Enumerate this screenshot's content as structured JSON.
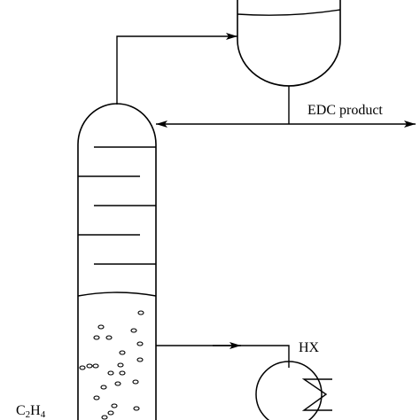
{
  "diagram": {
    "labels": {
      "product": "EDC product",
      "exchanger": "HX",
      "feed_formula": {
        "element1": "C",
        "count1": "2",
        "element2": "H",
        "count2": "4"
      }
    },
    "colors": {
      "stroke": "#000000",
      "background": "#ffffff"
    }
  }
}
